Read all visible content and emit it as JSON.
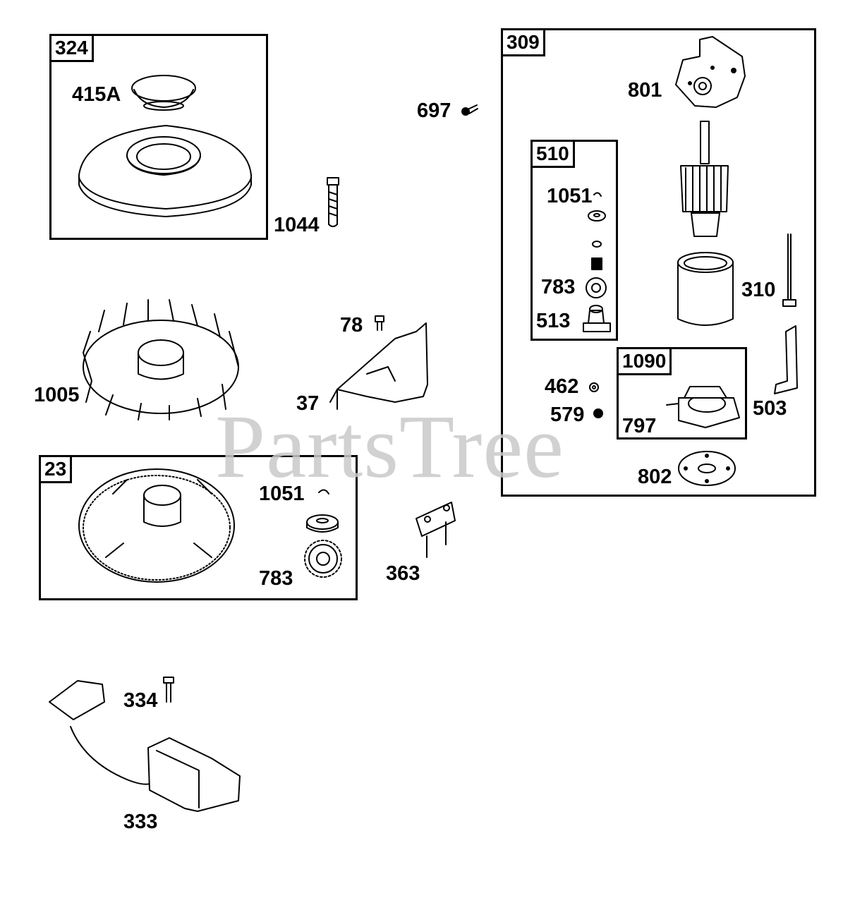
{
  "watermark": "PartsTree",
  "groups": {
    "g324": "324",
    "g309": "309",
    "g510": "510",
    "g1090": "1090",
    "g23": "23"
  },
  "labels": {
    "p415A": "415A",
    "p1044": "1044",
    "p697": "697",
    "p801": "801",
    "p1051a": "1051",
    "p783a": "783",
    "p513": "513",
    "p310": "310",
    "p462": "462",
    "p579": "579",
    "p797": "797",
    "p503": "503",
    "p802": "802",
    "p1005": "1005",
    "p78": "78",
    "p37": "37",
    "p1051b": "1051",
    "p783b": "783",
    "p363": "363",
    "p334": "334",
    "p333": "333"
  }
}
